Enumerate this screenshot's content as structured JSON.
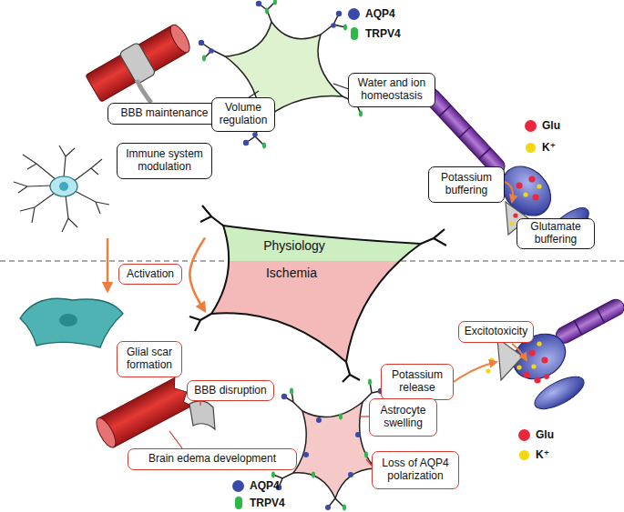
{
  "diagram": {
    "nodes": [
      {
        "text": [
          "BBB maintenance"
        ]
      },
      {
        "text": [
          "Volume regulation"
        ]
      },
      {
        "text": [
          "Water and ion homeostasis"
        ]
      },
      {
        "text": [
          "Immune system modulation"
        ]
      },
      {
        "text": [
          "Potassium buffering"
        ]
      },
      {
        "text": [
          "Glutamate buffering"
        ]
      },
      {
        "text": [
          "Physiology"
        ]
      },
      {
        "text": [
          "Ischemia"
        ]
      },
      {
        "text": [
          "Activation"
        ]
      },
      {
        "text": [
          "Glial scar formation"
        ]
      },
      {
        "text": [
          "Excitotoxicity"
        ]
      },
      {
        "text": [
          "Potassium release"
        ]
      },
      {
        "text": [
          "BBB disruption"
        ]
      },
      {
        "text": [
          "Astrocyte swelling"
        ]
      },
      {
        "text": [
          "Brain edema development"
        ]
      },
      {
        "text": [
          "Loss of AQP4 polarization"
        ]
      }
    ],
    "edges": [
      {
        "from": 6,
        "to": 7,
        "arrow": "to"
      }
    ],
    "legend": [
      {
        "text": "AQP4",
        "color": "#3a4aa8"
      },
      {
        "text": "TRPV4",
        "color": "#2eb84a"
      },
      {
        "text": "Glu",
        "color": "#e8283c"
      },
      {
        "text": "K⁺",
        "color": "#f2d80c"
      },
      {
        "text": "Glu",
        "color": "#e8283c"
      },
      {
        "text": "K⁺",
        "color": "#f2d80c"
      },
      {
        "text": "AQP4",
        "color": "#3a4aa8"
      },
      {
        "text": "TRPV4",
        "color": "#2eb84a"
      }
    ]
  }
}
